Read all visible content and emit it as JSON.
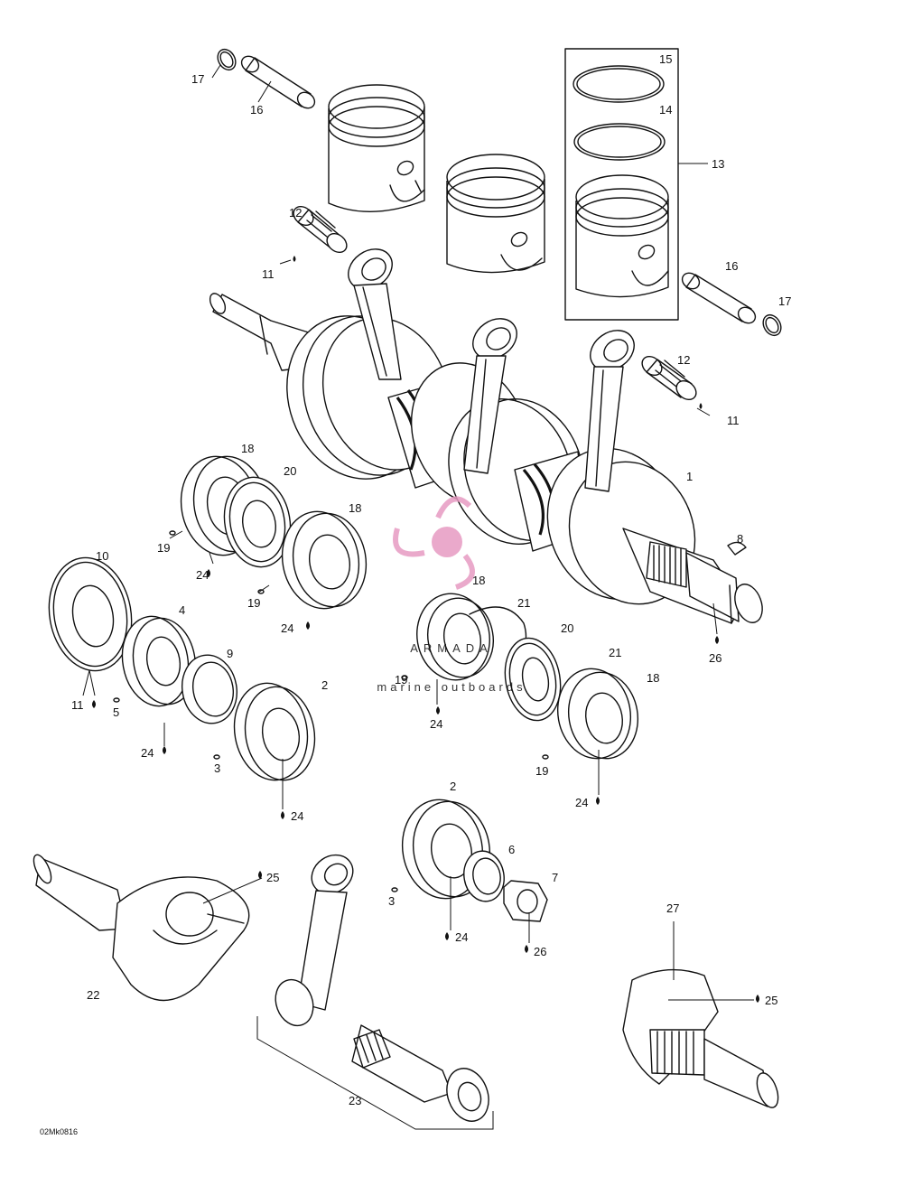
{
  "drawing_code": "02Mk0816",
  "watermark": {
    "brand": "ARMADA",
    "tagline": "marine outboards",
    "brand_color": "#444444",
    "logo_color": "#e79bc2"
  },
  "callouts": {
    "c17a": "17",
    "c16a": "16",
    "c15": "15",
    "c14": "14",
    "c13": "13",
    "c12a": "12",
    "c11a": "11",
    "c16b": "16",
    "c17b": "17",
    "c12b": "12",
    "c11b": "11",
    "c18a": "18",
    "c20a": "20",
    "c1": "1",
    "c18b": "18",
    "c8": "8",
    "c19a": "19",
    "c24a": "24",
    "c10": "10",
    "c19b": "19",
    "c24b": "24",
    "c18c": "18",
    "c21a": "21",
    "c20b": "20",
    "c21b": "21",
    "c18d": "18",
    "c26a": "26",
    "c4": "4",
    "c9": "9",
    "c2a": "2",
    "c11c": "11",
    "c5": "5",
    "c19c": "19",
    "c24c": "24",
    "c24d": "24",
    "c3a": "3",
    "c19d": "19",
    "c24e": "24",
    "c24f": "24",
    "c2b": "2",
    "c6": "6",
    "c7": "7",
    "c25a": "25",
    "c3b": "3",
    "c24g": "24",
    "c26b": "26",
    "c27": "27",
    "c22": "22",
    "c25b": "25",
    "c23": "23"
  }
}
